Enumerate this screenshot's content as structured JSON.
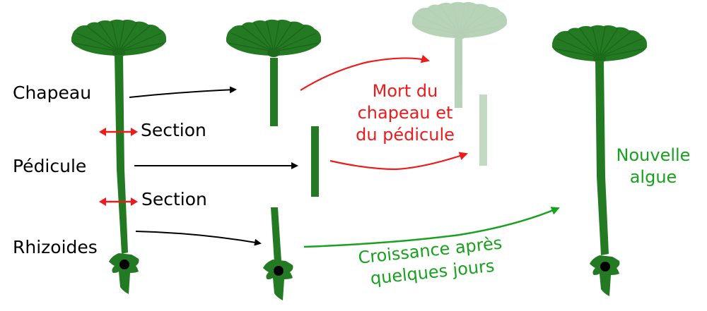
{
  "labels": {
    "chapeau": "Chapeau",
    "section_1": "Section",
    "pedicule": "Pédicule",
    "section_2": "Section",
    "rhizoides": "Rhizoides"
  },
  "annotations": {
    "death_line_1": "Mort du",
    "death_line_2": "chapeau et",
    "death_line_3": "du pédicule",
    "growth_line_1": "Croissance après",
    "growth_line_2": "quelques jours",
    "new_alga_line_1": "Nouvelle",
    "new_alga_line_2": "algue"
  },
  "colors": {
    "plant_green": "#237a22",
    "plant_dark": "#1c6a1c",
    "faded_green": "#c8e6c6",
    "death_red": "#ec1c1c",
    "growth_green": "#17a11d",
    "nucleus": "#000000",
    "arrow_black": "#000000"
  }
}
